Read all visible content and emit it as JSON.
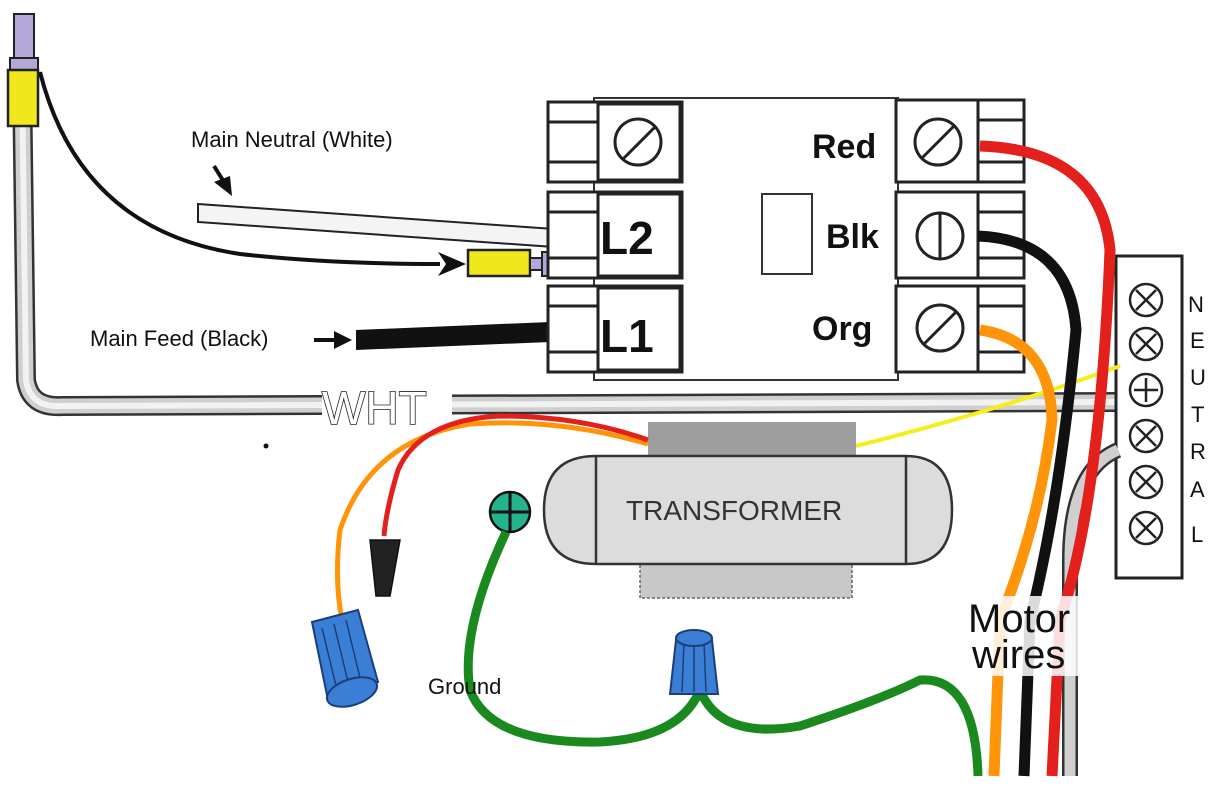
{
  "labels": {
    "main_neutral": "Main Neutral (White)",
    "main_feed": "Main Feed (Black)",
    "ground": "Ground",
    "transformer": "TRANSFORMER",
    "wht": "WHT",
    "motor_line1": "Motor",
    "motor_line2": "wires",
    "neutral_letters": [
      "N",
      "E",
      "U",
      "T",
      "R",
      "A",
      "L"
    ]
  },
  "relay": {
    "left_terminals": [
      "L2",
      "L1"
    ],
    "right_terminals": [
      "Red",
      "Blk",
      "Org"
    ]
  },
  "wire_colors": {
    "red": "#e3201b",
    "black": "#111111",
    "orange": "#ff9408",
    "green": "#1a8a1e",
    "yellow": "#f5ee1a",
    "white": "#f4f4f4",
    "gray_sheath": "#bdbdbd"
  },
  "components": {
    "wire_nut_color": "#3b7ed6",
    "ground_screw_color": "#24b38a",
    "butt_connector_yellow": "#f0e81c",
    "butt_connector_violet": "#b4a8d8"
  }
}
